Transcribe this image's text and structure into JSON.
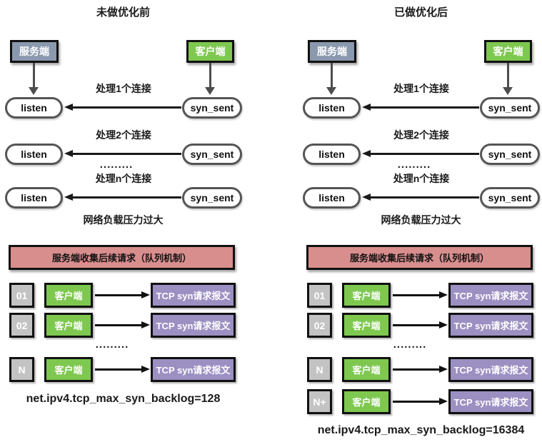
{
  "colors": {
    "server": "#8A99AE",
    "client": "#7EC850",
    "queue": "#D98E8E",
    "packet": "#9C8FC2",
    "index": "#C3C3C3"
  },
  "left": {
    "title": "未做优化前",
    "server": "服务端",
    "client": "客户端",
    "conn_rows": [
      {
        "server_state": "listen",
        "client_state": "syn_sent",
        "label": "处理1个连接"
      },
      {
        "server_state": "listen",
        "client_state": "syn_sent",
        "label": "处理2个连接"
      },
      {
        "server_state": "listen",
        "client_state": "syn_sent",
        "label": "处理n个连接"
      }
    ],
    "dots": ".........",
    "overload": "网络负载压力过大",
    "queue_title": "服务端收集后续请求（队列机制）",
    "queue_rows": [
      {
        "index": "01",
        "client": "客户端",
        "packet": "TCP syn请求报文"
      },
      {
        "index": "02",
        "client": "客户端",
        "packet": "TCP syn请求报文"
      },
      {
        "index": "N",
        "client": "客户端",
        "packet": "TCP syn请求报文"
      }
    ],
    "queue_dots": ".........",
    "sysctl": "net.ipv4.tcp_max_syn_backlog=128"
  },
  "right": {
    "title": "已做优化后",
    "server": "服务端",
    "client": "客户端",
    "conn_rows": [
      {
        "server_state": "listen",
        "client_state": "syn_sent",
        "label": "处理1个连接"
      },
      {
        "server_state": "listen",
        "client_state": "syn_sent",
        "label": "处理2个连接"
      },
      {
        "server_state": "listen",
        "client_state": "syn_sent",
        "label": "处理n个连接"
      }
    ],
    "dots": ".........",
    "overload": "网络负载压力过大",
    "queue_title": "服务端收集后续请求（队列机制）",
    "queue_rows": [
      {
        "index": "01",
        "client": "客户端",
        "packet": "TCP syn请求报文"
      },
      {
        "index": "02",
        "client": "客户端",
        "packet": "TCP syn请求报文"
      },
      {
        "index": "N",
        "client": "客户端",
        "packet": "TCP syn请求报文"
      },
      {
        "index": "N+",
        "client": "客户端",
        "packet": "TCP syn请求报文"
      }
    ],
    "queue_dots": ".........",
    "sysctl": "net.ipv4.tcp_max_syn_backlog=16384"
  }
}
